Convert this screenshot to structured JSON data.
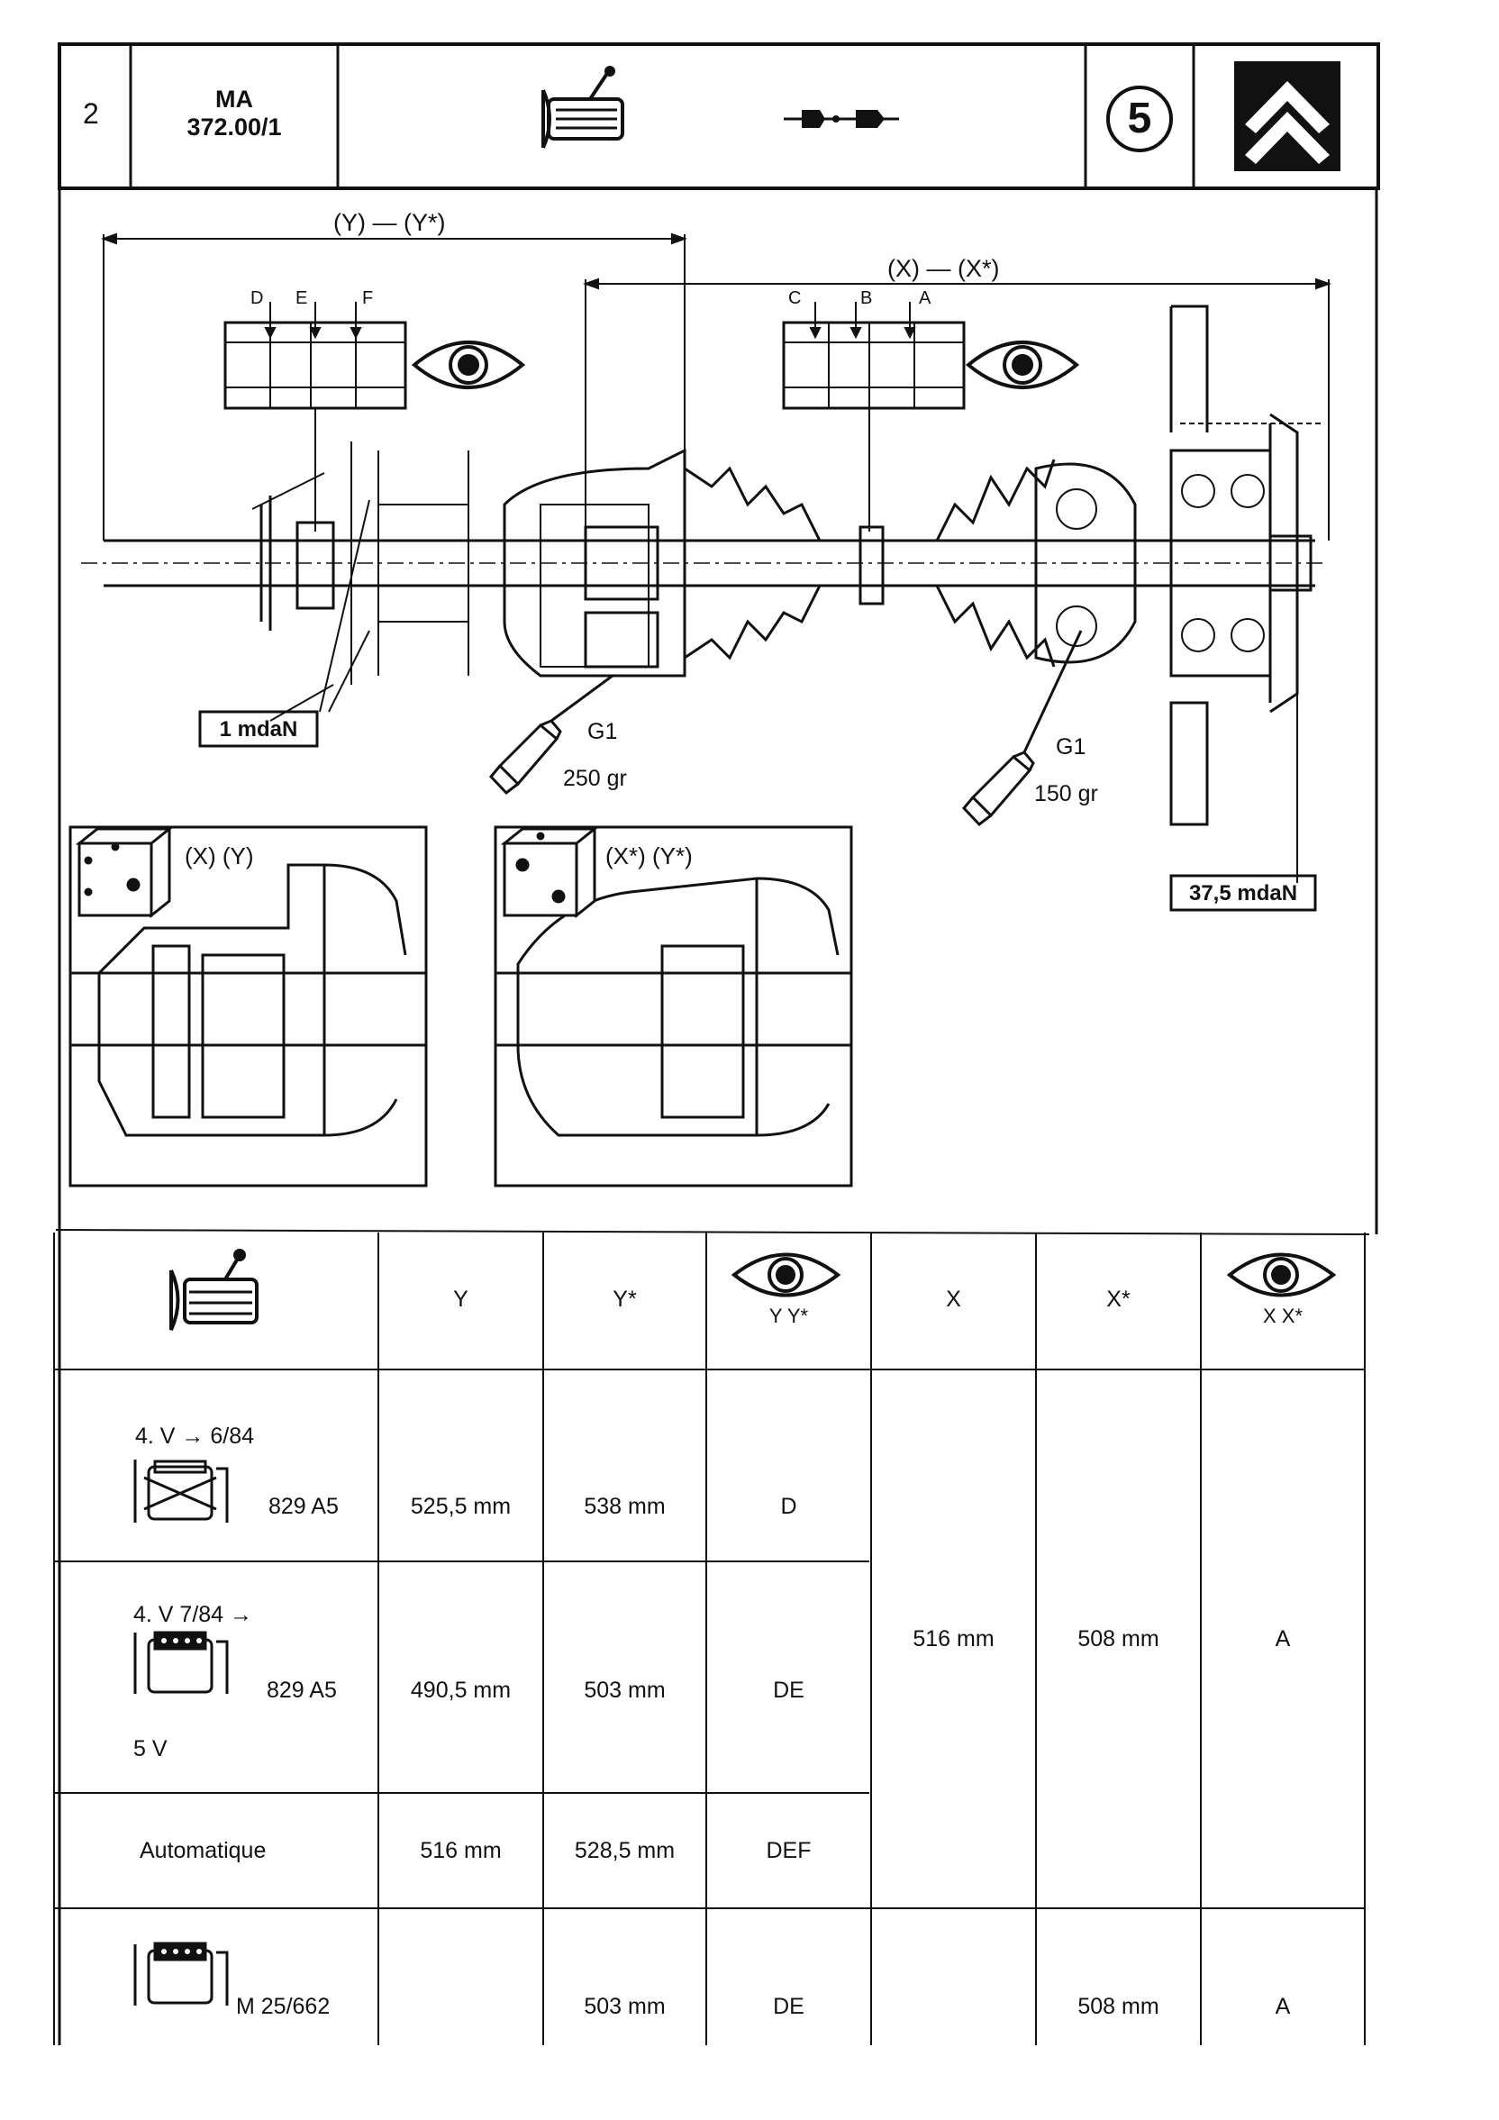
{
  "header": {
    "page_number": "2",
    "ref_line1": "MA",
    "ref_line2": "372.00/1",
    "section_number": "5",
    "brand_logo": "double-chevron-logo",
    "icons": [
      "gearbox-icon",
      "driveshaft-icon"
    ]
  },
  "diagram": {
    "dim_y": "(Y) — (Y*)",
    "dim_x": "(X) — (X*)",
    "gauge_left_letters": [
      "D",
      "E",
      "F"
    ],
    "gauge_right_letters": [
      "C",
      "B",
      "A"
    ],
    "torque_left": "1 mdaN",
    "torque_right": "37,5 mdaN",
    "grease_left_type": "G1",
    "grease_left_qty": "250 gr",
    "grease_right_type": "G1",
    "grease_right_qty": "150 gr",
    "inset_left_label": "(X)  (Y)",
    "inset_right_label": "(X*)  (Y*)",
    "icons": [
      "eye-icon",
      "dice-icon",
      "grease-tube-icon"
    ]
  },
  "table": {
    "headers": {
      "col_y": "Y",
      "col_ystar": "Y*",
      "col_eye_y": "Y   Y*",
      "col_x": "X",
      "col_xstar": "X*",
      "col_eye_x": "X   X*"
    },
    "rows": [
      {
        "line1": "4. V → 6/84",
        "engine": "829 A5",
        "y": "525,5 mm",
        "ystar": "538 mm",
        "mark": "D"
      },
      {
        "line1": "4. V 7/84 →",
        "engine": "829 A5",
        "line3": "5 V",
        "y": "490,5 mm",
        "ystar": "503 mm",
        "mark": "DE"
      },
      {
        "line1": "Automatique",
        "y": "516 mm",
        "ystar": "528,5 mm",
        "mark": "DEF"
      },
      {
        "engine": "M 25/662",
        "y": "",
        "ystar": "503 mm",
        "mark": "DE",
        "x": "",
        "xstar": "508 mm",
        "mark_x": "A"
      }
    ],
    "merged": {
      "x": "516 mm",
      "xstar": "508 mm",
      "mark_x": "A"
    }
  }
}
